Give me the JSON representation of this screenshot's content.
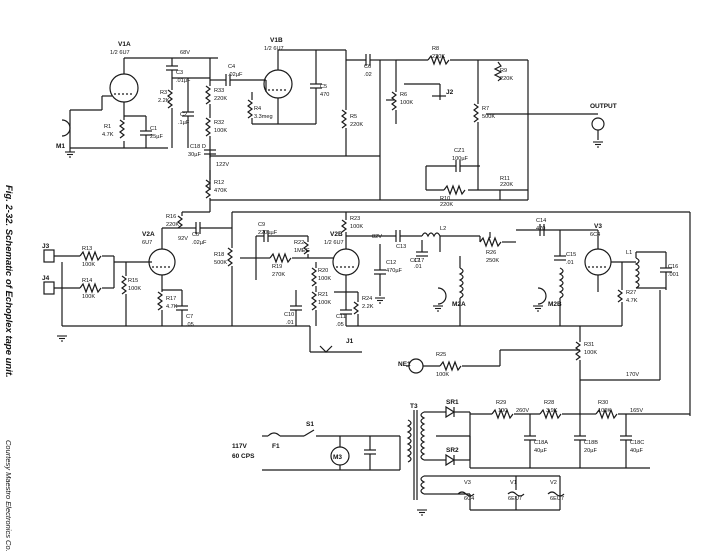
{
  "caption": "Fig. 2-32. Schematic of Echoplex tape unit.",
  "credit": "Courtesy Maestro Electronics Co.",
  "power": {
    "label": "117V",
    "freq": "60 CPS"
  },
  "labels": [
    {
      "id": "v1a",
      "t": "V1A"
    },
    {
      "id": "v1a_type",
      "t": "1/2 6U7"
    },
    {
      "id": "v1b",
      "t": "V1B"
    },
    {
      "id": "v1b_type",
      "t": "1/2 6U7"
    },
    {
      "id": "v2a",
      "t": "V2A"
    },
    {
      "id": "v2a_type",
      "t": "6U7"
    },
    {
      "id": "v2b",
      "t": "V2B"
    },
    {
      "id": "v2b_type",
      "t": "1/2 6U7"
    },
    {
      "id": "v3",
      "t": "V3"
    },
    {
      "id": "v3_type",
      "t": "6C4"
    },
    {
      "id": "m1",
      "t": "M1"
    },
    {
      "id": "m2a",
      "t": "M2A"
    },
    {
      "id": "m2b",
      "t": "M2B"
    },
    {
      "id": "m3",
      "t": "M3"
    },
    {
      "id": "ne1",
      "t": "NE1"
    },
    {
      "id": "j1",
      "t": "J1"
    },
    {
      "id": "j2",
      "t": "J2"
    },
    {
      "id": "j3",
      "t": "J3"
    },
    {
      "id": "j4",
      "t": "J4"
    },
    {
      "id": "output",
      "t": "OUTPUT"
    },
    {
      "id": "r1",
      "t": "R1"
    },
    {
      "id": "r1v",
      "t": "4.7K"
    },
    {
      "id": "r3",
      "t": "R3"
    },
    {
      "id": "r3v",
      "t": "2.2K"
    },
    {
      "id": "r4",
      "t": "R4"
    },
    {
      "id": "r4v",
      "t": "3.3meg"
    },
    {
      "id": "r5",
      "t": "R5"
    },
    {
      "id": "r5v",
      "t": "220K"
    },
    {
      "id": "r6",
      "t": "R6"
    },
    {
      "id": "r6v",
      "t": "100K"
    },
    {
      "id": "r7",
      "t": "R7"
    },
    {
      "id": "r7v",
      "t": "500K"
    },
    {
      "id": "r8",
      "t": "R8"
    },
    {
      "id": "r8v",
      "t": "220K"
    },
    {
      "id": "r9",
      "t": "R9"
    },
    {
      "id": "r9v",
      "t": "220K"
    },
    {
      "id": "r10",
      "t": "R10"
    },
    {
      "id": "r10v",
      "t": "220K"
    },
    {
      "id": "r11",
      "t": "R11"
    },
    {
      "id": "r11v",
      "t": "220K"
    },
    {
      "id": "r12",
      "t": "R12"
    },
    {
      "id": "r12v",
      "t": "470K"
    },
    {
      "id": "r13",
      "t": "R13"
    },
    {
      "id": "r13v",
      "t": "100K"
    },
    {
      "id": "r14",
      "t": "R14"
    },
    {
      "id": "r14v",
      "t": "100K"
    },
    {
      "id": "r15",
      "t": "R15"
    },
    {
      "id": "r15v",
      "t": "100K"
    },
    {
      "id": "r16",
      "t": "R16"
    },
    {
      "id": "r16v",
      "t": "220K"
    },
    {
      "id": "r17",
      "t": "R17"
    },
    {
      "id": "r17v",
      "t": "4.7K"
    },
    {
      "id": "r18",
      "t": "R18"
    },
    {
      "id": "r18v",
      "t": "500K"
    },
    {
      "id": "r19",
      "t": "R19"
    },
    {
      "id": "r19v",
      "t": "270K"
    },
    {
      "id": "r20",
      "t": "R20"
    },
    {
      "id": "r20v",
      "t": "100K"
    },
    {
      "id": "r21",
      "t": "R21"
    },
    {
      "id": "r21v",
      "t": "100K"
    },
    {
      "id": "r22",
      "t": "R22"
    },
    {
      "id": "r22v",
      "t": "1MEG"
    },
    {
      "id": "r23",
      "t": "R23"
    },
    {
      "id": "r23v",
      "t": "100K"
    },
    {
      "id": "r24",
      "t": "R24"
    },
    {
      "id": "r24v",
      "t": "2.2K"
    },
    {
      "id": "r25",
      "t": "R25"
    },
    {
      "id": "r25v",
      "t": "100K"
    },
    {
      "id": "r26",
      "t": "R26"
    },
    {
      "id": "r26v",
      "t": "250K"
    },
    {
      "id": "r27",
      "t": "R27"
    },
    {
      "id": "r27v",
      "t": "4.7K"
    },
    {
      "id": "r28",
      "t": "R28"
    },
    {
      "id": "r28v",
      "t": "3.9K"
    },
    {
      "id": "r29",
      "t": "R29"
    },
    {
      "id": "r29v",
      "t": "100"
    },
    {
      "id": "r30",
      "t": "R30"
    },
    {
      "id": "r30v",
      "t": "100K"
    },
    {
      "id": "r31",
      "t": "R31"
    },
    {
      "id": "r31v",
      "t": "100K"
    },
    {
      "id": "r32",
      "t": "R32"
    },
    {
      "id": "r32v",
      "t": "100K"
    },
    {
      "id": "r33",
      "t": "R33"
    },
    {
      "id": "r33v",
      "t": "220K"
    },
    {
      "id": "c1",
      "t": "C1"
    },
    {
      "id": "c1v",
      "t": "25µF"
    },
    {
      "id": "c2",
      "t": "C2"
    },
    {
      "id": "c2v",
      "t": ".1µF"
    },
    {
      "id": "c3",
      "t": "C3"
    },
    {
      "id": "c3v",
      "t": ".01µF"
    },
    {
      "id": "c4",
      "t": "C4"
    },
    {
      "id": "c4v",
      "t": ".02µF"
    },
    {
      "id": "c5",
      "t": "C5"
    },
    {
      "id": "c5v",
      "t": "470"
    },
    {
      "id": "c6",
      "t": "C6"
    },
    {
      "id": "c6v",
      "t": ".02"
    },
    {
      "id": "c7",
      "t": "C7"
    },
    {
      "id": "c7v",
      "t": ".05"
    },
    {
      "id": "c8",
      "t": "C8"
    },
    {
      "id": "c8v",
      "t": ".02µF"
    },
    {
      "id": "c9",
      "t": "C9"
    },
    {
      "id": "c9v",
      "t": "220µµF"
    },
    {
      "id": "c10",
      "t": "C10"
    },
    {
      "id": "c10v",
      "t": ".01"
    },
    {
      "id": "c11",
      "t": "C11"
    },
    {
      "id": "c11v",
      "t": ".05"
    },
    {
      "id": "c12",
      "t": "C12"
    },
    {
      "id": "c12v",
      "t": "470µF"
    },
    {
      "id": "c13",
      "t": "C13"
    },
    {
      "id": "c13v",
      "t": "C17"
    },
    {
      "id": "c14",
      "t": "C14"
    },
    {
      "id": "c14v",
      "t": "470"
    },
    {
      "id": "c15",
      "t": "C15"
    },
    {
      "id": "c15v",
      "t": ".01"
    },
    {
      "id": "c16",
      "t": "C16"
    },
    {
      "id": "c16v",
      "t": ".001"
    },
    {
      "id": "c17",
      "t": "C17"
    },
    {
      "id": "c17v",
      "t": ".01"
    },
    {
      "id": "c18d",
      "t": "C18 D"
    },
    {
      "id": "c18dv",
      "t": "30µF"
    },
    {
      "id": "c18a",
      "t": "C18A"
    },
    {
      "id": "c18av",
      "t": "40µF"
    },
    {
      "id": "c18b",
      "t": "C18B"
    },
    {
      "id": "c18bv",
      "t": "20µF"
    },
    {
      "id": "c18c",
      "t": "C18C"
    },
    {
      "id": "c18cv",
      "t": "40µF"
    },
    {
      "id": "cz1",
      "t": "CZ1"
    },
    {
      "id": "cz1v",
      "t": "100µF"
    },
    {
      "id": "f1",
      "t": "F1"
    },
    {
      "id": "s1",
      "t": "S1"
    },
    {
      "id": "t3",
      "t": "T3"
    },
    {
      "id": "sr1",
      "t": "SR1"
    },
    {
      "id": "sr2",
      "t": "SR2"
    },
    {
      "id": "l1",
      "t": "L1"
    },
    {
      "id": "l2",
      "t": "L2"
    },
    {
      "id": "v68",
      "t": "68V"
    },
    {
      "id": "v92",
      "t": "92V"
    },
    {
      "id": "v122",
      "t": "122V"
    },
    {
      "id": "v82",
      "t": "82V"
    },
    {
      "id": "v170",
      "t": "170V"
    },
    {
      "id": "v165",
      "t": "165V"
    },
    {
      "id": "v260",
      "t": "260V"
    },
    {
      "id": "h_v3",
      "t": "V3"
    },
    {
      "id": "h_v3t",
      "t": "6C4"
    },
    {
      "id": "h_v1",
      "t": "V1"
    },
    {
      "id": "h_v1t",
      "t": "6EU7"
    },
    {
      "id": "h_v2",
      "t": "V2"
    },
    {
      "id": "h_v2t",
      "t": "6EU7"
    }
  ]
}
